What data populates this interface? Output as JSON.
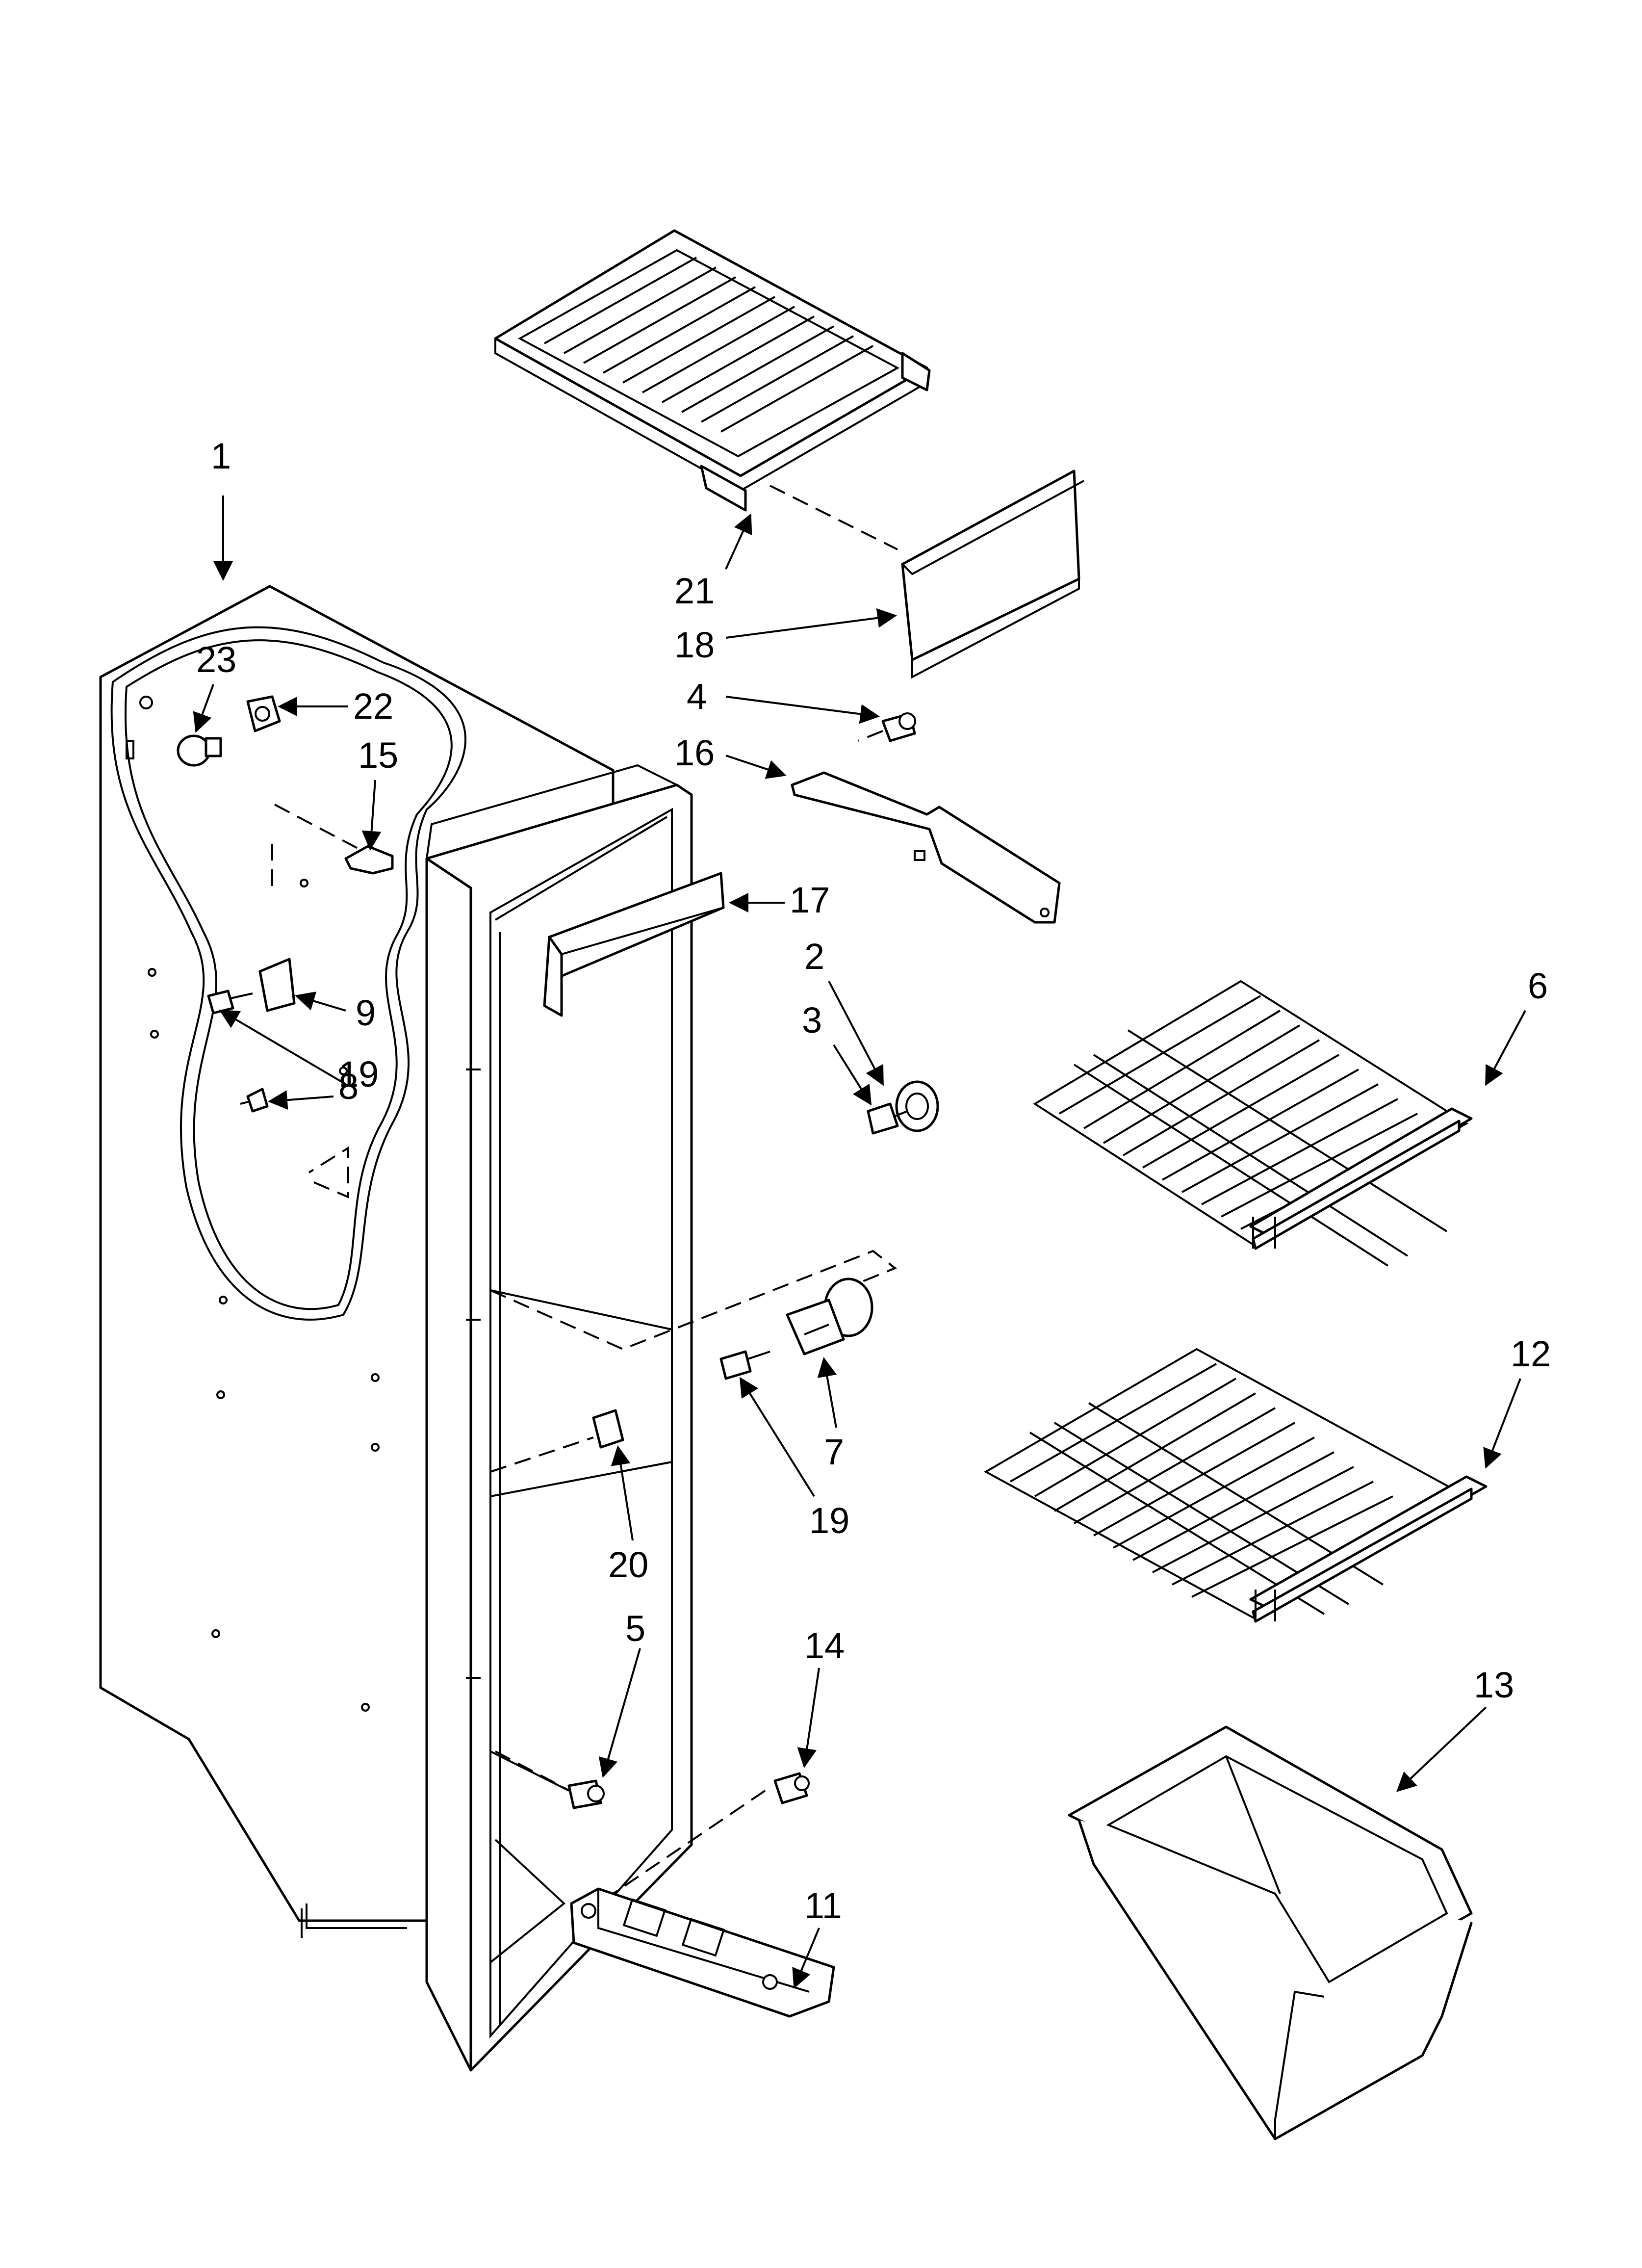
{
  "callouts": {
    "c1": "1",
    "c2": "2",
    "c3": "3",
    "c4": "4",
    "c5": "5",
    "c6": "6",
    "c7": "7",
    "c8": "8",
    "c9": "9",
    "c11": "11",
    "c12": "12",
    "c13": "13",
    "c14": "14",
    "c15": "15",
    "c16": "16",
    "c17": "17",
    "c18": "18",
    "c19a": "19",
    "c19b": "19",
    "c20": "20",
    "c21": "21",
    "c22": "22",
    "c23": "23"
  }
}
